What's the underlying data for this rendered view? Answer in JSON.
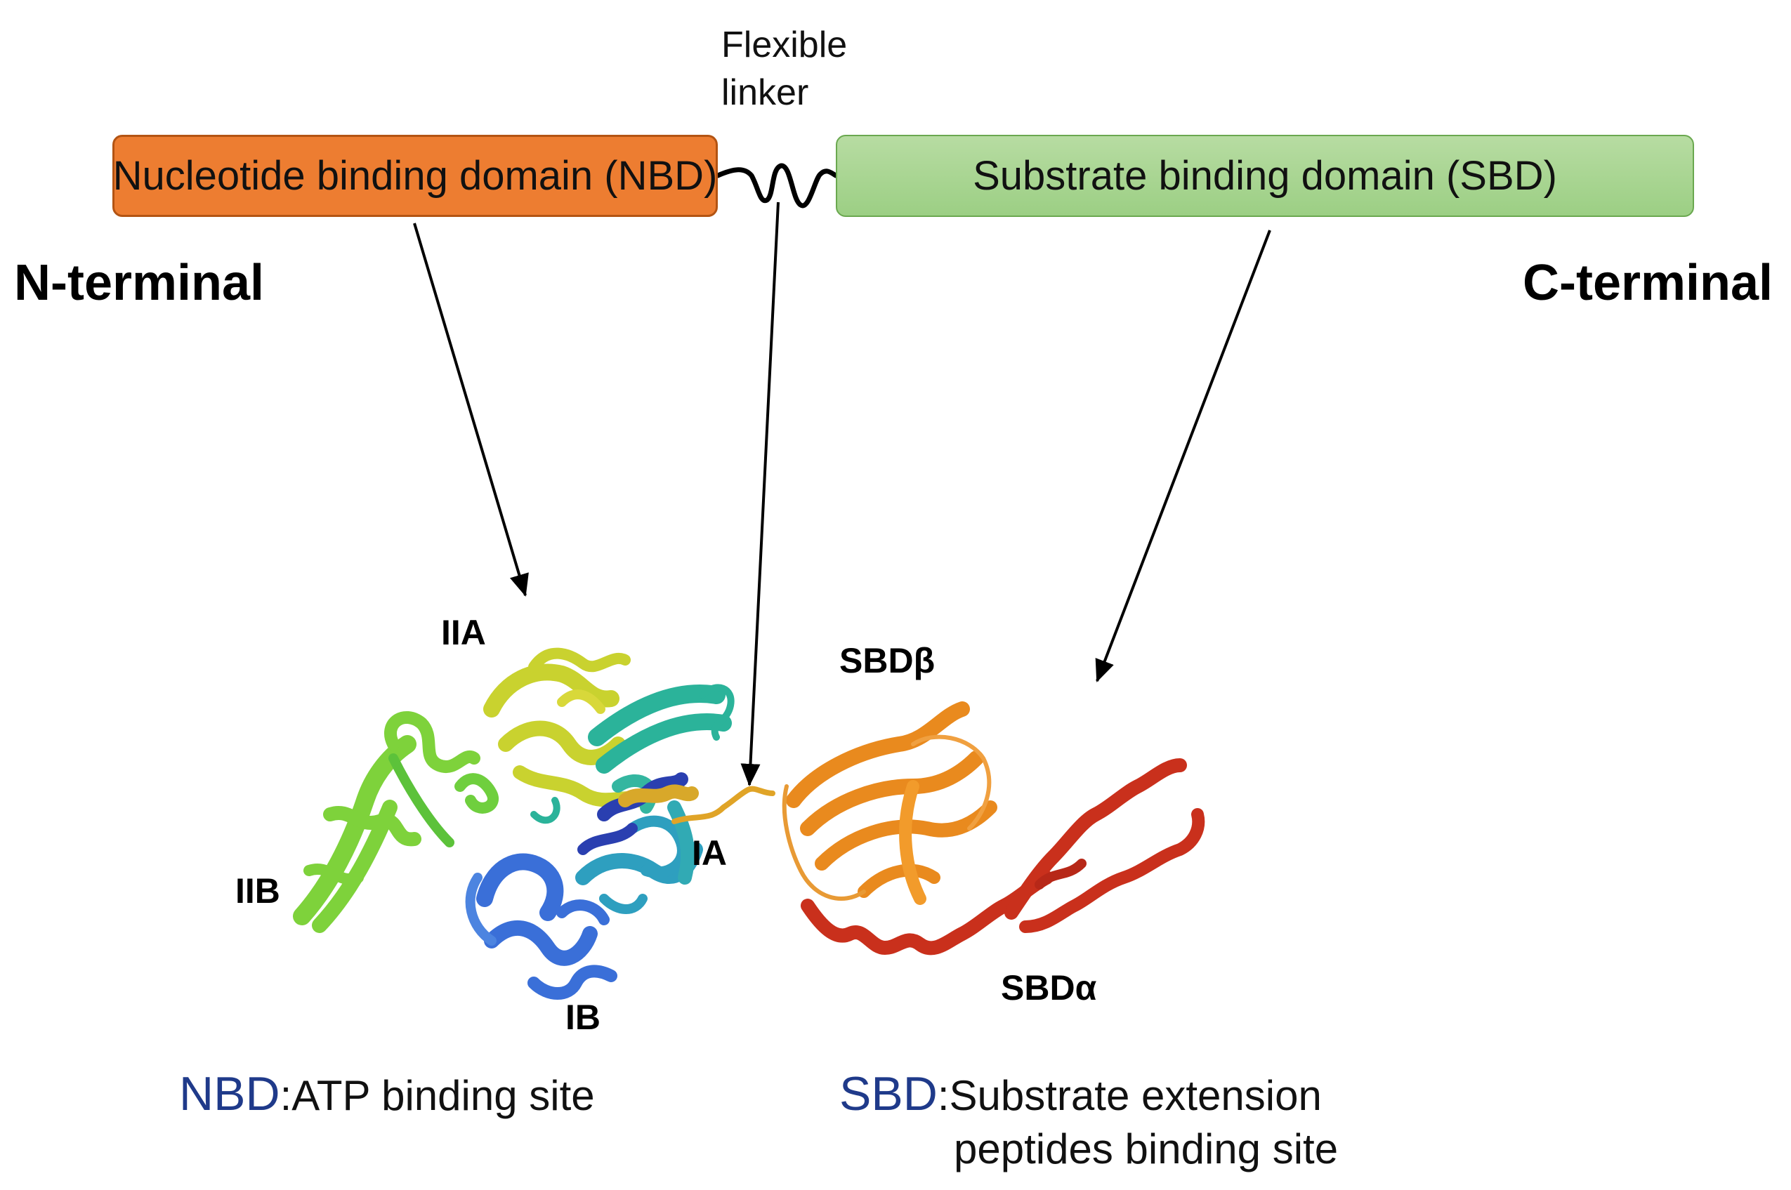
{
  "domains": {
    "nbd_label": "Nucleotide binding domain (NBD)",
    "sbd_label": "Substrate binding domain (SBD)",
    "nbd_color": "#ed7d31",
    "sbd_color": "#a9d18e"
  },
  "linker": {
    "line1": "Flexible",
    "line2": "linker"
  },
  "termini": {
    "n": "N-terminal",
    "c": "C-terminal"
  },
  "subdomains": {
    "iia": "IIA",
    "iib": "IIB",
    "ia": "IA",
    "ib": "IB",
    "sbd_beta": "SBDβ",
    "sbd_alpha": "SBDα"
  },
  "captions": {
    "nbd_abbr": "NBD",
    "nbd_text": ":ATP binding site",
    "sbd_abbr": "SBD",
    "sbd_text_line1": ":Substrate extension",
    "sbd_text_line2": "peptides binding site"
  },
  "structure_colors": {
    "iia": "#c9d22f",
    "iib": "#7ed23b",
    "teal": "#2bb39a",
    "ia": "#2e9fbf",
    "ib": "#3a6fd8",
    "deep_blue": "#2a3fb0",
    "linker_gold": "#e0a427",
    "sbd_beta": "#e98a1e",
    "sbd_alpha": "#c9301c"
  }
}
